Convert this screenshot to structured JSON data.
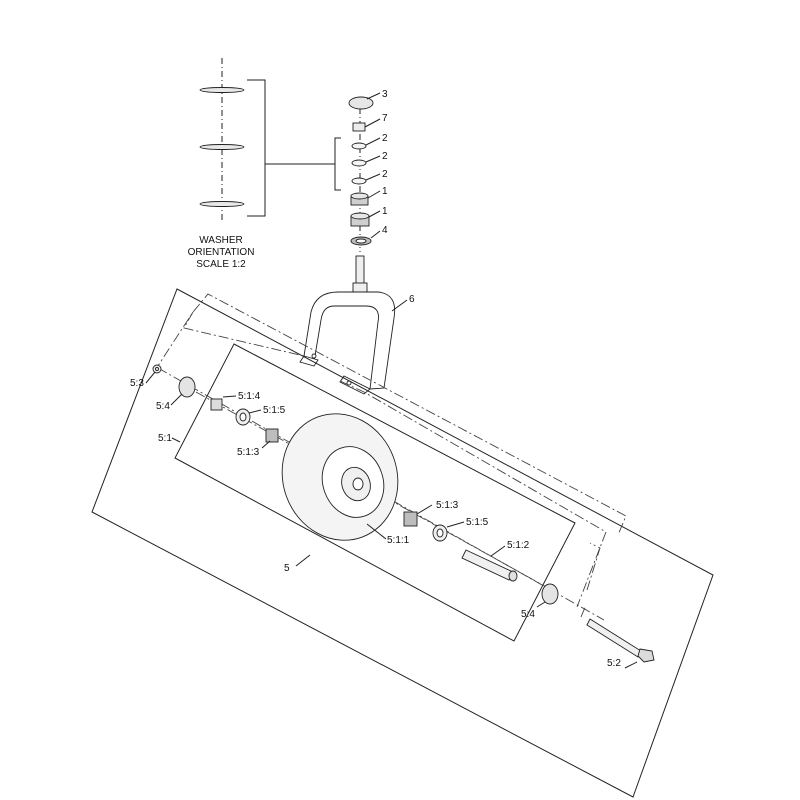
{
  "washer_note": {
    "line1": "WASHER",
    "line2": "ORIENTATION",
    "line3": "SCALE 1:2"
  },
  "callouts": {
    "c3": "3",
    "c7": "7",
    "c2a": "2",
    "c2b": "2",
    "c2c": "2",
    "c1a": "1",
    "c1b": "1",
    "c4": "4",
    "c6": "6",
    "c5": "5",
    "c53": "5:3",
    "c54a": "5:4",
    "c51": "5:1",
    "c514": "5:1:4",
    "c515a": "5:1:5",
    "c513a": "5:1:3",
    "c511": "5:1:1",
    "c513b": "5:1:3",
    "c515b": "5:1:5",
    "c512": "5:1:2",
    "c54b": "5:4",
    "c52": "5:2"
  },
  "colors": {
    "line": "#222222",
    "fill_light": "#f2f2f2",
    "fill_mid": "#dcdcdc",
    "fill_dark": "#b8b8b8"
  }
}
